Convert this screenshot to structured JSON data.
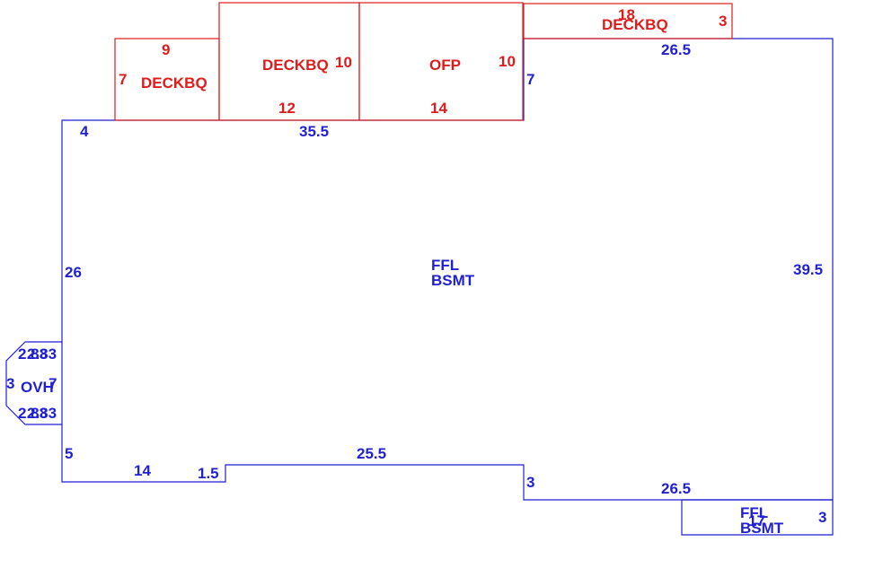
{
  "colors": {
    "blue": "#1f1fd6",
    "red": "#e01b1b",
    "background": "#ffffff"
  },
  "main_area": {
    "label_line1": "FFL",
    "label_line2": "BSMT",
    "dims": {
      "top_right": "26.5",
      "top_left": "35.5",
      "short_upper_left": "4",
      "left": "26",
      "right": "39.5",
      "lower_left": "5",
      "bottom_left": "14",
      "bottom_step": "1.5",
      "bottom_mid": "25.5",
      "step_down": "3",
      "bottom_right": "26.5",
      "upper_right_vertical": "7"
    }
  },
  "small_area": {
    "label_line1": "FFL",
    "label_line2": "BSMT",
    "dims": {
      "width_overlap": "17",
      "height": "3"
    }
  },
  "ovh": {
    "label": "OVH",
    "dims": {
      "angle_top": "2.83",
      "angle_bottom": "2.83",
      "left": "3",
      "right": "7"
    }
  },
  "deck_left": {
    "label": "DECKBQ",
    "dims": {
      "top": "9",
      "left": "7"
    }
  },
  "deck_mid": {
    "label": "DECKBQ",
    "dims": {
      "right": "10",
      "bottom": "12"
    }
  },
  "ofp": {
    "label": "OFP",
    "dims": {
      "right": "10",
      "bottom": "14"
    }
  },
  "deck_right": {
    "label": "DECKBQ",
    "dims": {
      "top": "18",
      "right": "3"
    }
  }
}
